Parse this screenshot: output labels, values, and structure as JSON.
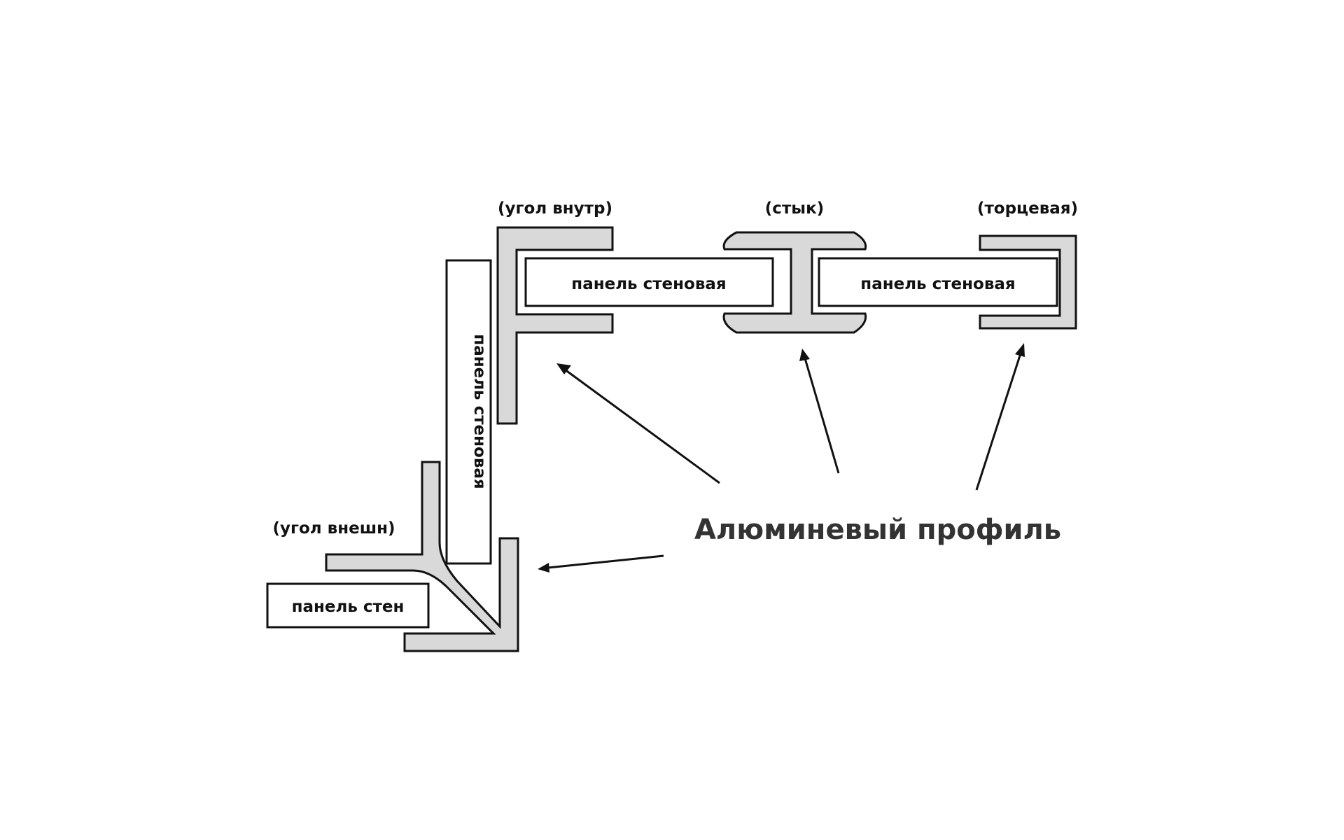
{
  "labels": {
    "corner_inner": "(угол внутр)",
    "joint": "(стык)",
    "end": "(торцевая)",
    "corner_outer": "(угол внешн)",
    "aluminum_profile": "Алюминевый профиль"
  },
  "panels": {
    "panel_top_left": "панель стеновая",
    "panel_top_right": "панель стеновая",
    "panel_vertical": "панель стеновая",
    "panel_bottom": "панель стен"
  }
}
